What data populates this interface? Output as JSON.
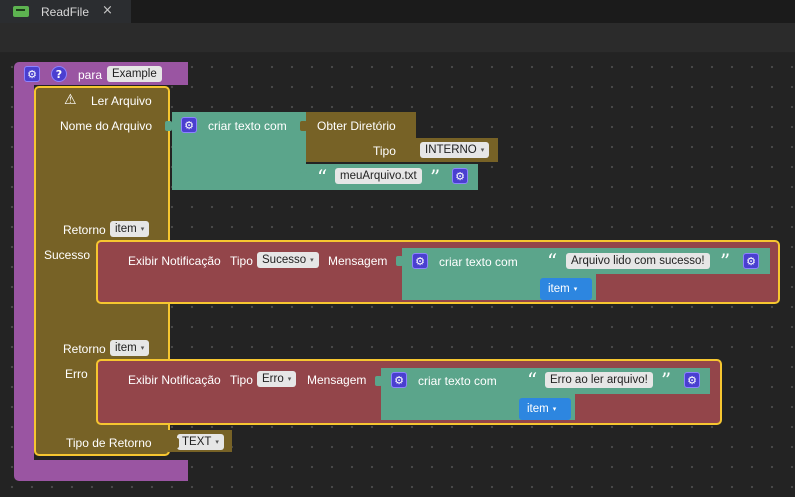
{
  "tab": {
    "title": "ReadFile",
    "close": "×"
  },
  "proc": {
    "keyword": "para",
    "name": "Example",
    "help": "?"
  },
  "read": {
    "title": "Ler Arquivo",
    "file_name_label": "Nome do Arquivo",
    "return_label": "Retorno",
    "success_label": "Sucesso",
    "return_label_2": "Retorno",
    "error_label": "Erro",
    "return_type_label": "Tipo de Retorno",
    "return_type_value": "TEXT",
    "return_var": "item",
    "return_var_2": "item"
  },
  "join1": {
    "label": "criar texto com"
  },
  "getdir": {
    "label": "Obter Diretório",
    "type_label": "Tipo",
    "type_value": "INTERNO"
  },
  "text1": {
    "value": "meuArquivo.txt"
  },
  "notify_ok": {
    "label": "Exibir Notificação",
    "type_label": "Tipo",
    "type_value": "Sucesso",
    "msg_label": "Mensagem"
  },
  "join2": {
    "label": "criar texto com"
  },
  "text2": {
    "value": "Arquivo lido com sucesso!"
  },
  "var1": {
    "value": "item"
  },
  "notify_err": {
    "label": "Exibir Notificação",
    "type_label": "Tipo",
    "type_value": "Erro",
    "msg_label": "Mensagem"
  },
  "join3": {
    "label": "criar texto com"
  },
  "text3": {
    "value": "Erro ao ler arquivo!"
  },
  "var2": {
    "value": "item"
  },
  "icons": {
    "gear": "⚙",
    "warning": "⚠",
    "open_quote": "“",
    "close_quote": "”",
    "dropdown": "▾"
  },
  "colors": {
    "procedure": "#9a55a2",
    "read_block": "#776226",
    "text_block": "#5ba58b",
    "notification": "#93454a",
    "variable": "#2d86e0",
    "selected_outline": "#f6c630"
  }
}
